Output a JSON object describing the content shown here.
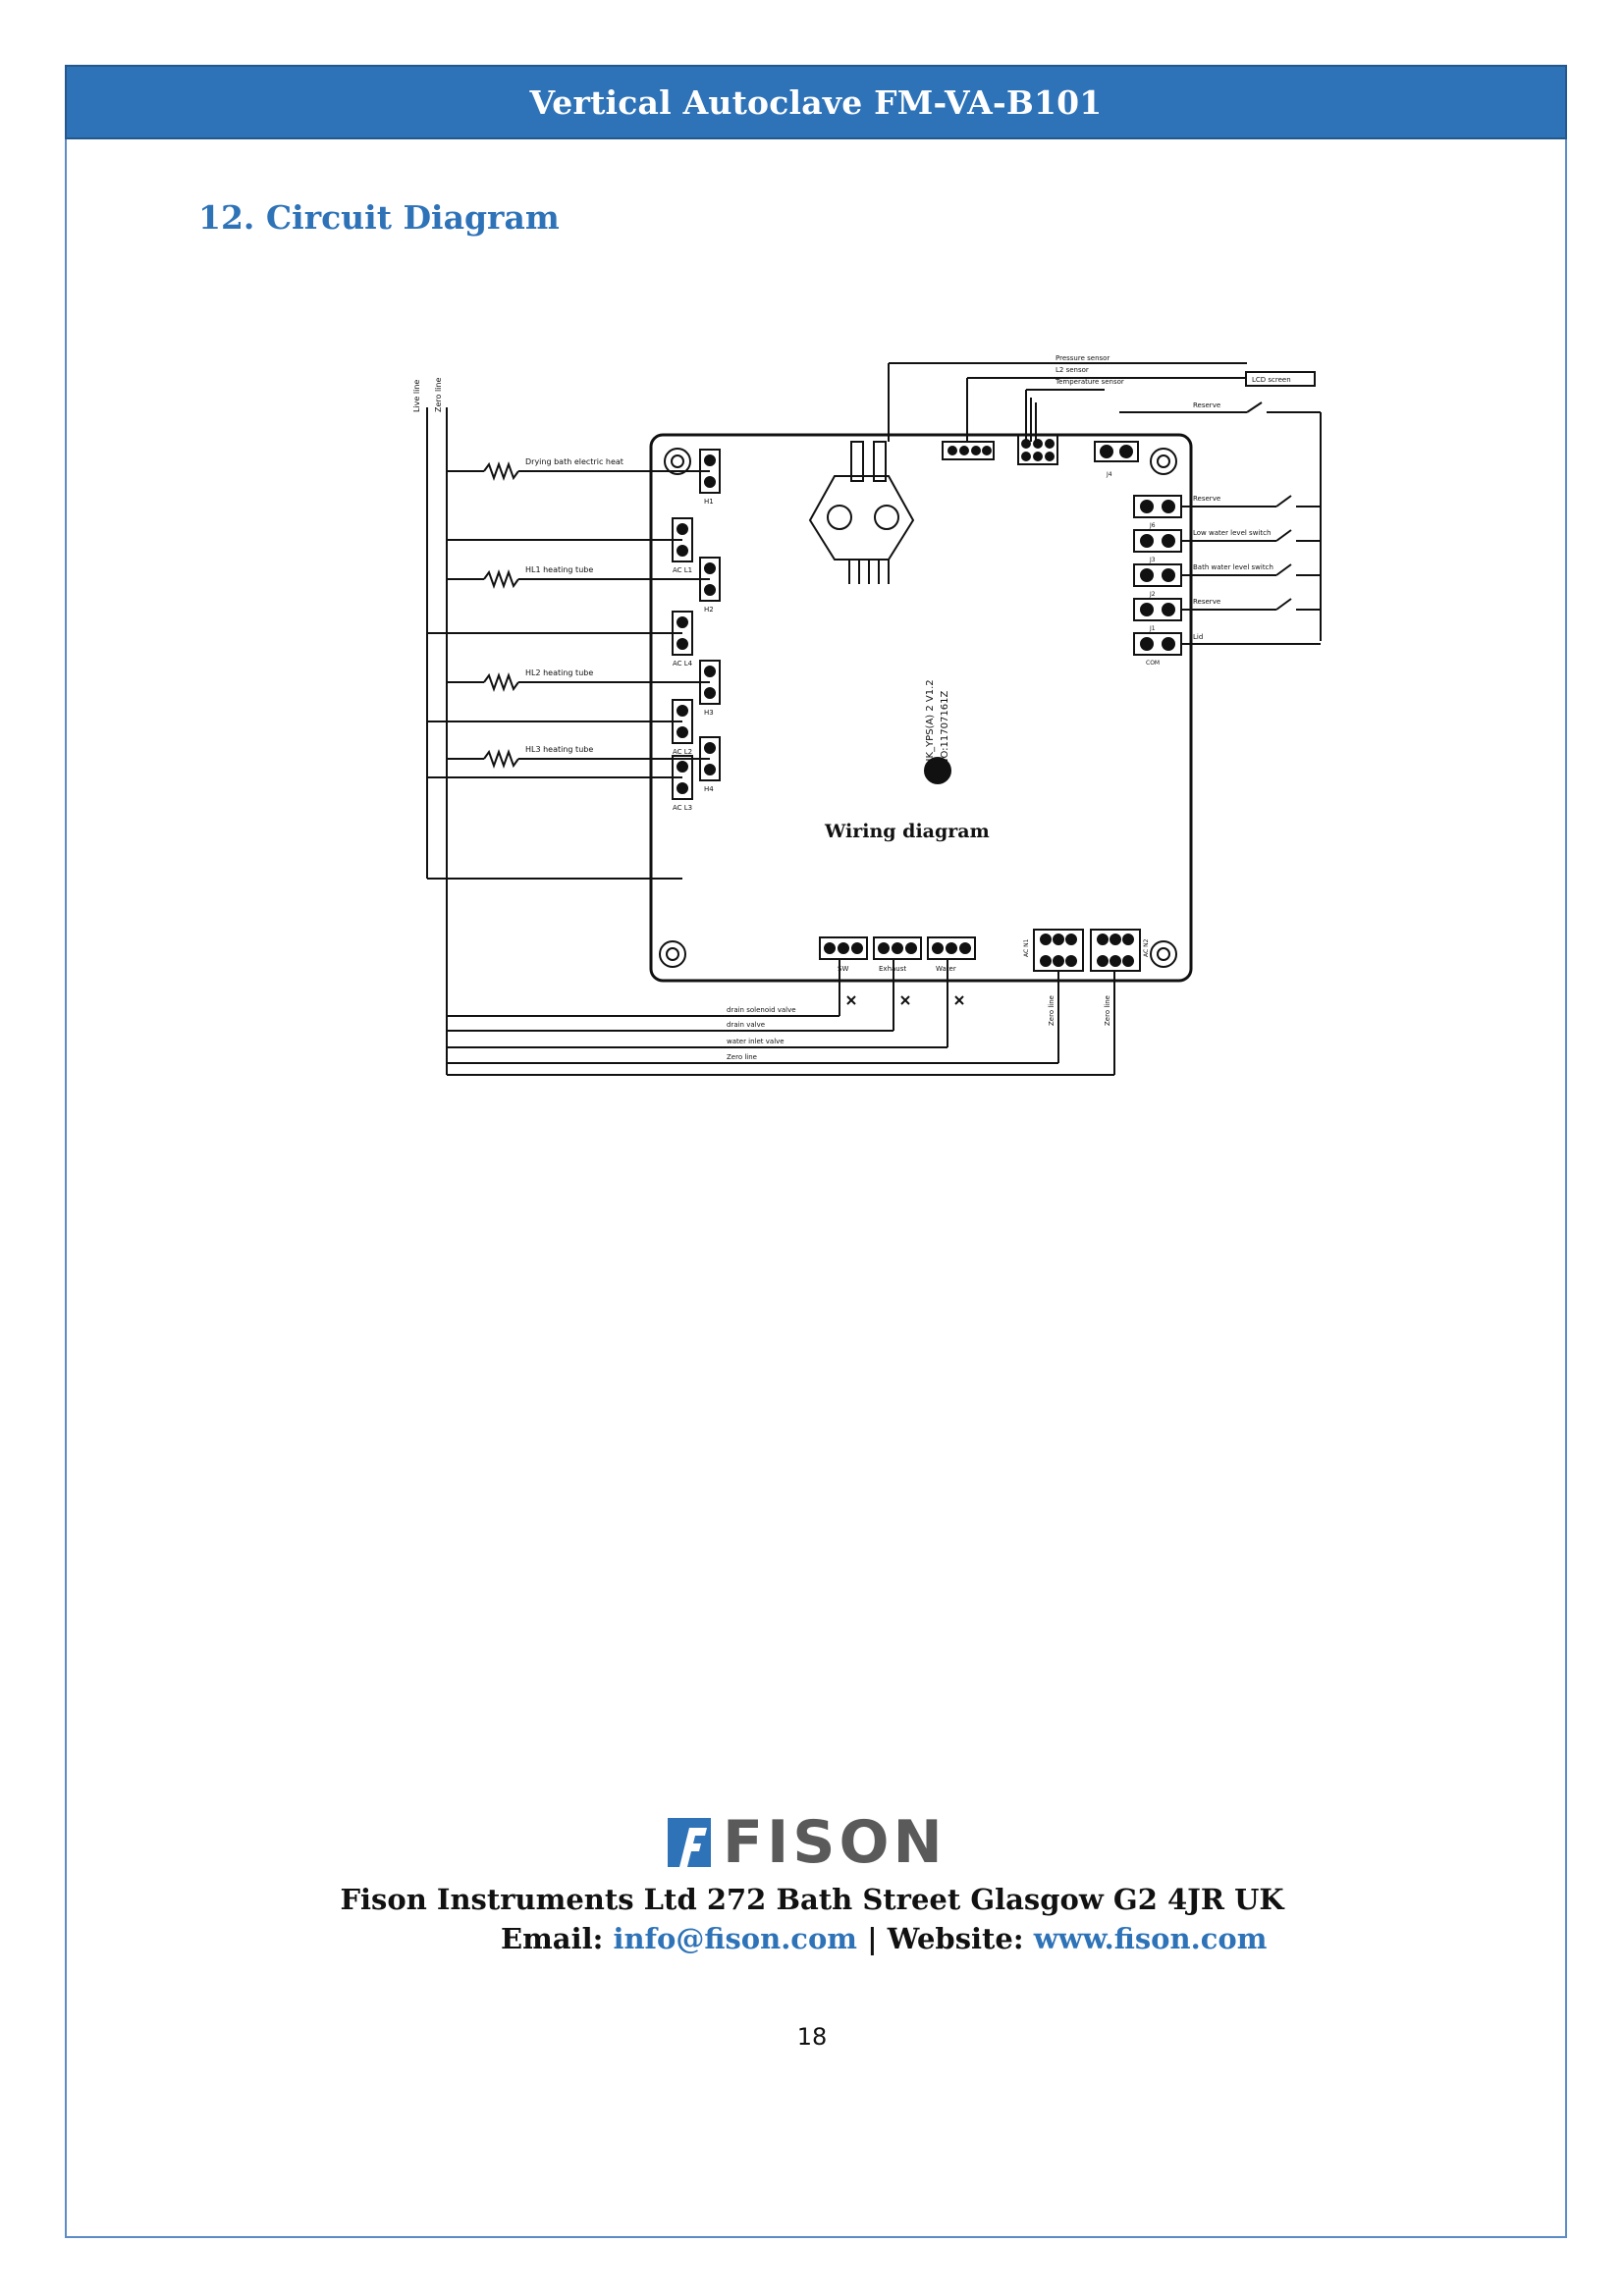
{
  "header": {
    "title": "Vertical Autoclave FM-VA-B101"
  },
  "section": {
    "heading": "12. Circuit Diagram"
  },
  "diagram": {
    "board_title": "Wiring diagram",
    "board_model": "HK_YPS(A) 2 V1.2",
    "board_serial": "NO:11707161Z",
    "left_labels": [
      "Live line",
      "Zero line",
      "Drying bath electric heat",
      "HL1 heating tube",
      "HL2 heating tube",
      "HL3 heating tube"
    ],
    "left_connectors": [
      "H1",
      "AC L1",
      "H2",
      "AC L4",
      "H3",
      "AC L2",
      "H4",
      "AC L3"
    ],
    "top_labels": [
      "Pressure sensor",
      "L2 sensor",
      "Temperature sensor",
      "LCD screen",
      "Reserve"
    ],
    "right_labels": [
      "Reserve",
      "Low water level switch",
      "Bath water level switch",
      "Reserve",
      "Lid"
    ],
    "right_connectors": [
      "J4",
      "J6",
      "J3",
      "J2",
      "J1",
      "COM"
    ],
    "bottom_connectors": [
      "SW",
      "Exhaust",
      "Water",
      "AC N1",
      "AC N2"
    ],
    "bottom_labels": [
      "drain solenoid valve",
      "drain valve",
      "water inlet valve",
      "Zero line"
    ],
    "bottom_vertical": [
      "Zero line",
      "Zero line"
    ]
  },
  "footer": {
    "logo_text": "FISON",
    "address": "Fison Instruments Ltd 272 Bath Street Glasgow G2 4JR UK",
    "email_label": "Email:",
    "email": "info@fison.com",
    "separator": "|",
    "website_label": "Website:",
    "website": "www.fison.com"
  },
  "page_number": "18"
}
